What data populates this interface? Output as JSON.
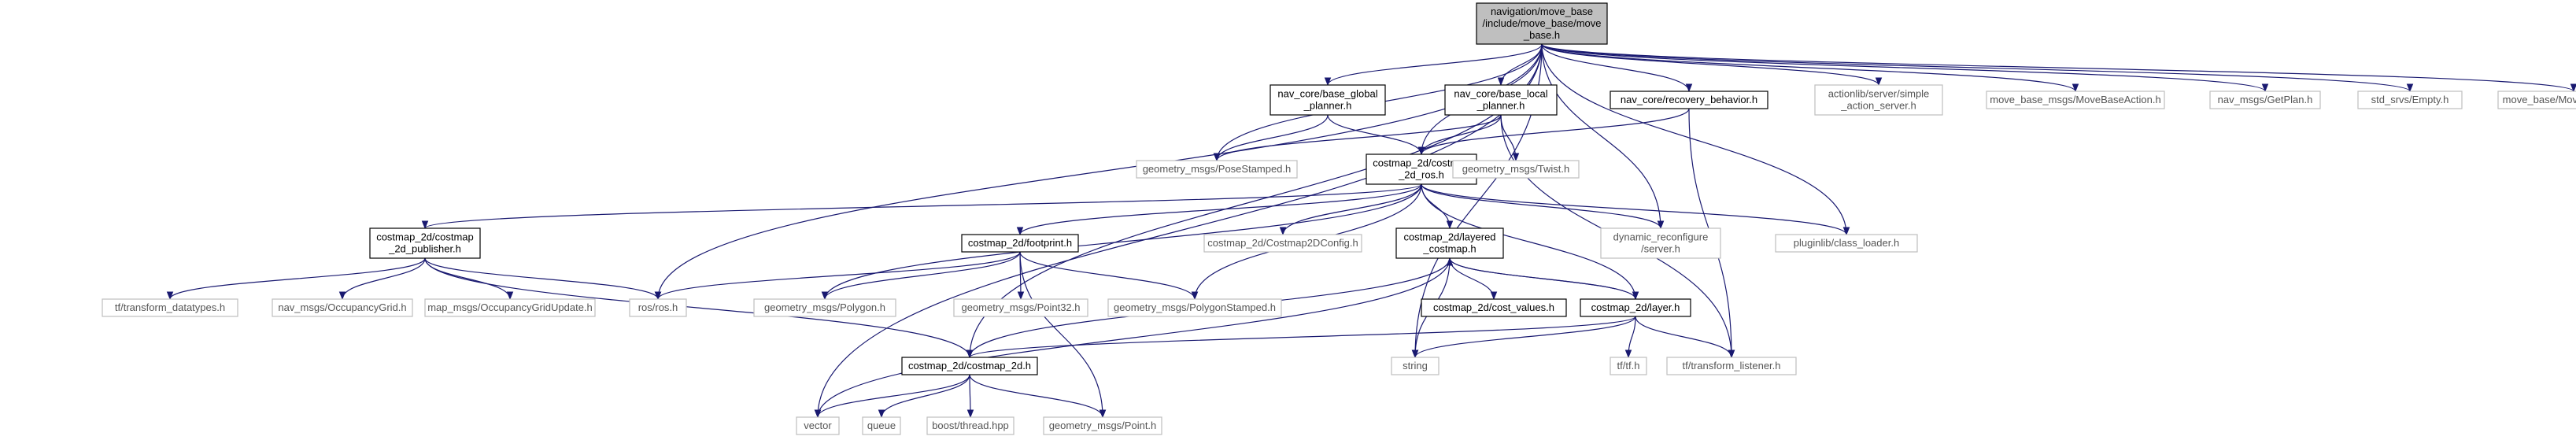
{
  "diagram": {
    "type": "include-dependency-graph",
    "colors": {
      "root_fill": "#bfbfbf",
      "documented_border": "#000000",
      "external_border": "#bfbfbf",
      "edge": "#191970"
    },
    "nodes": [
      {
        "id": "root",
        "lines": [
          "navigation/move_base",
          "/include/move_base/move",
          "_base.h"
        ],
        "kind": "root"
      },
      {
        "id": "nav_global",
        "lines": [
          "nav_core/base_global",
          "_planner.h"
        ],
        "kind": "doc"
      },
      {
        "id": "nav_local",
        "lines": [
          "nav_core/base_local",
          "_planner.h"
        ],
        "kind": "doc"
      },
      {
        "id": "nav_recovery",
        "lines": [
          "nav_core/recovery_behavior.h"
        ],
        "kind": "doc"
      },
      {
        "id": "actionlib",
        "lines": [
          "actionlib/server/simple",
          "_action_server.h"
        ],
        "kind": "ext"
      },
      {
        "id": "mb_action",
        "lines": [
          "move_base_msgs/MoveBaseAction.h"
        ],
        "kind": "ext"
      },
      {
        "id": "getplan",
        "lines": [
          "nav_msgs/GetPlan.h"
        ],
        "kind": "ext"
      },
      {
        "id": "empty",
        "lines": [
          "std_srvs/Empty.h"
        ],
        "kind": "ext"
      },
      {
        "id": "mbconfig",
        "lines": [
          "move_base/MoveBaseConfig.h"
        ],
        "kind": "ext"
      },
      {
        "id": "posestamped",
        "lines": [
          "geometry_msgs/PoseStamped.h"
        ],
        "kind": "ext"
      },
      {
        "id": "costmap_ros",
        "lines": [
          "costmap_2d/costmap",
          "_2d_ros.h"
        ],
        "kind": "doc"
      },
      {
        "id": "twist",
        "lines": [
          "geometry_msgs/Twist.h"
        ],
        "kind": "ext"
      },
      {
        "id": "publisher",
        "lines": [
          "costmap_2d/costmap",
          "_2d_publisher.h"
        ],
        "kind": "doc"
      },
      {
        "id": "footprint",
        "lines": [
          "costmap_2d/footprint.h"
        ],
        "kind": "doc"
      },
      {
        "id": "c2dconfig",
        "lines": [
          "costmap_2d/Costmap2DConfig.h"
        ],
        "kind": "ext"
      },
      {
        "id": "layered",
        "lines": [
          "costmap_2d/layered",
          "_costmap.h"
        ],
        "kind": "doc"
      },
      {
        "id": "dynreconf",
        "lines": [
          "dynamic_reconfigure",
          "/server.h"
        ],
        "kind": "ext"
      },
      {
        "id": "classloader",
        "lines": [
          "pluginlib/class_loader.h"
        ],
        "kind": "ext"
      },
      {
        "id": "tftypes",
        "lines": [
          "tf/transform_datatypes.h"
        ],
        "kind": "ext"
      },
      {
        "id": "occgrid",
        "lines": [
          "nav_msgs/OccupancyGrid.h"
        ],
        "kind": "ext"
      },
      {
        "id": "occupdate",
        "lines": [
          "map_msgs/OccupancyGridUpdate.h"
        ],
        "kind": "ext"
      },
      {
        "id": "rosh",
        "lines": [
          "ros/ros.h"
        ],
        "kind": "ext"
      },
      {
        "id": "polygon",
        "lines": [
          "geometry_msgs/Polygon.h"
        ],
        "kind": "ext"
      },
      {
        "id": "point32",
        "lines": [
          "geometry_msgs/Point32.h"
        ],
        "kind": "ext"
      },
      {
        "id": "polystamped",
        "lines": [
          "geometry_msgs/PolygonStamped.h"
        ],
        "kind": "ext"
      },
      {
        "id": "costvalues",
        "lines": [
          "costmap_2d/cost_values.h"
        ],
        "kind": "doc"
      },
      {
        "id": "layer",
        "lines": [
          "costmap_2d/layer.h"
        ],
        "kind": "doc"
      },
      {
        "id": "tftf",
        "lines": [
          "tf/tf.h"
        ],
        "kind": "ext"
      },
      {
        "id": "tflistener",
        "lines": [
          "tf/transform_listener.h"
        ],
        "kind": "ext"
      },
      {
        "id": "string",
        "lines": [
          "string"
        ],
        "kind": "ext"
      },
      {
        "id": "costmap2d",
        "lines": [
          "costmap_2d/costmap_2d.h"
        ],
        "kind": "doc"
      },
      {
        "id": "vector",
        "lines": [
          "vector"
        ],
        "kind": "ext"
      },
      {
        "id": "queue",
        "lines": [
          "queue"
        ],
        "kind": "ext"
      },
      {
        "id": "thread",
        "lines": [
          "boost/thread.hpp"
        ],
        "kind": "ext"
      },
      {
        "id": "point",
        "lines": [
          "geometry_msgs/Point.h"
        ],
        "kind": "ext"
      }
    ],
    "edges": [
      [
        "root",
        "nav_global"
      ],
      [
        "root",
        "nav_local"
      ],
      [
        "root",
        "nav_recovery"
      ],
      [
        "root",
        "actionlib"
      ],
      [
        "root",
        "mb_action"
      ],
      [
        "root",
        "getplan"
      ],
      [
        "root",
        "empty"
      ],
      [
        "root",
        "mbconfig"
      ],
      [
        "root",
        "posestamped"
      ],
      [
        "root",
        "costmap_ros"
      ],
      [
        "root",
        "rosh"
      ],
      [
        "root",
        "costmap2d"
      ],
      [
        "root",
        "string"
      ],
      [
        "root",
        "vector"
      ],
      [
        "root",
        "dynreconf"
      ],
      [
        "root",
        "classloader"
      ],
      [
        "nav_global",
        "posestamped"
      ],
      [
        "nav_global",
        "costmap_ros"
      ],
      [
        "nav_local",
        "posestamped"
      ],
      [
        "nav_local",
        "costmap_ros"
      ],
      [
        "nav_local",
        "twist"
      ],
      [
        "nav_local",
        "tflistener"
      ],
      [
        "nav_recovery",
        "costmap_ros"
      ],
      [
        "nav_recovery",
        "tflistener"
      ],
      [
        "costmap_ros",
        "publisher"
      ],
      [
        "costmap_ros",
        "footprint"
      ],
      [
        "costmap_ros",
        "c2dconfig"
      ],
      [
        "costmap_ros",
        "layered"
      ],
      [
        "costmap_ros",
        "dynreconf"
      ],
      [
        "costmap_ros",
        "classloader"
      ],
      [
        "costmap_ros",
        "polygon"
      ],
      [
        "costmap_ros",
        "polystamped"
      ],
      [
        "costmap_ros",
        "layer"
      ],
      [
        "publisher",
        "tftypes"
      ],
      [
        "publisher",
        "occgrid"
      ],
      [
        "publisher",
        "occupdate"
      ],
      [
        "publisher",
        "rosh"
      ],
      [
        "publisher",
        "costmap2d"
      ],
      [
        "footprint",
        "rosh"
      ],
      [
        "footprint",
        "polygon"
      ],
      [
        "footprint",
        "point32"
      ],
      [
        "footprint",
        "polystamped"
      ],
      [
        "footprint",
        "point"
      ],
      [
        "layered",
        "costvalues"
      ],
      [
        "layered",
        "layer"
      ],
      [
        "layered",
        "costmap2d"
      ],
      [
        "layered",
        "string"
      ],
      [
        "layered",
        "vector"
      ],
      [
        "layer",
        "layered"
      ],
      [
        "layer",
        "costmap2d"
      ],
      [
        "layer",
        "string"
      ],
      [
        "layer",
        "tftf"
      ],
      [
        "layer",
        "tflistener"
      ],
      [
        "costmap2d",
        "vector"
      ],
      [
        "costmap2d",
        "queue"
      ],
      [
        "costmap2d",
        "thread"
      ],
      [
        "costmap2d",
        "point"
      ]
    ]
  }
}
